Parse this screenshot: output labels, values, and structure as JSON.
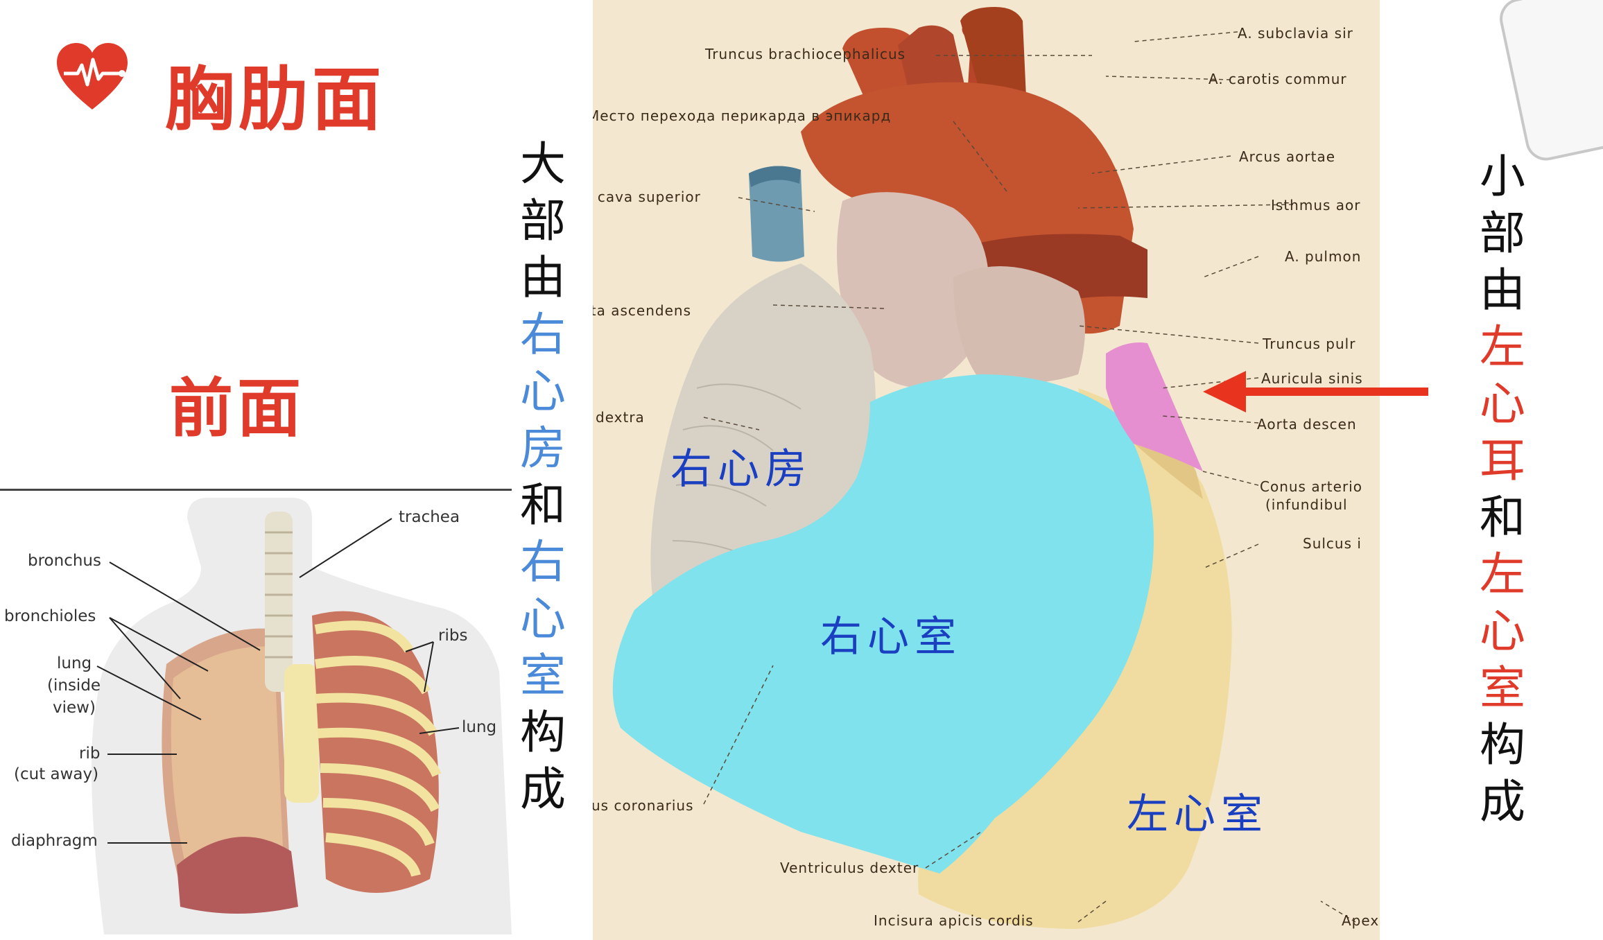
{
  "titles": {
    "main": "胸肋面",
    "front": "前面"
  },
  "left_caption": [
    "大",
    "部",
    "由",
    "右",
    "心",
    "房",
    "和",
    "右",
    "心",
    "室",
    "构",
    "成"
  ],
  "right_caption": [
    "小",
    "部",
    "由",
    "左",
    "心",
    "耳",
    "和",
    "左",
    "心",
    "室",
    "构",
    "成"
  ],
  "colors": {
    "title_red": "#e03a2a",
    "caption_blue": "#4a8ad8",
    "region_blue": "#1a3fc0",
    "right_ventricle_fill": "#7fe2ec",
    "left_ventricle_fill": "#f0dca0",
    "auricle_fill": "#e68fd0",
    "arrow": "#e8341f"
  },
  "thorax": {
    "labels": {
      "trachea": "trachea",
      "bronchus": "bronchus",
      "bronchioles": "bronchioles",
      "lung_inside_1": "lung",
      "lung_inside_2": "(inside",
      "lung_inside_3": "view)",
      "rib_1": "rib",
      "rib_2": "(cut away)",
      "ribs": "ribs",
      "lung": "lung",
      "diaphragm": "diaphragm"
    }
  },
  "heart": {
    "labels": {
      "subclavia": "A. subclavia sir",
      "carotis": "A. carotis commur",
      "brachio": "Truncus brachiocephalicus",
      "pericard": "Место перехода перикарда в эпикард",
      "arcus": "Arcus aortae",
      "cava": "V. cava superior",
      "isthmus": "Isthmus aor",
      "pulmon": "A. pulmon",
      "ascendens": "Aorta ascendens",
      "truncus_pulm": "Truncus pulr",
      "auricula": "Auricula sinis",
      "dextra": "dextra",
      "descen": "Aorta descen",
      "conus_1": "Conus arterio",
      "conus_2": "(infundibul",
      "sulcus": "Sulcus i",
      "coronarius": "us coronarius",
      "ventriculus": "Ventriculus dexter",
      "incisura": "Incisura apicis cordis",
      "apex": "Apex"
    },
    "regions": {
      "right_atrium": "右心房",
      "right_ventricle": "右心室",
      "left_ventricle": "左心室"
    }
  }
}
